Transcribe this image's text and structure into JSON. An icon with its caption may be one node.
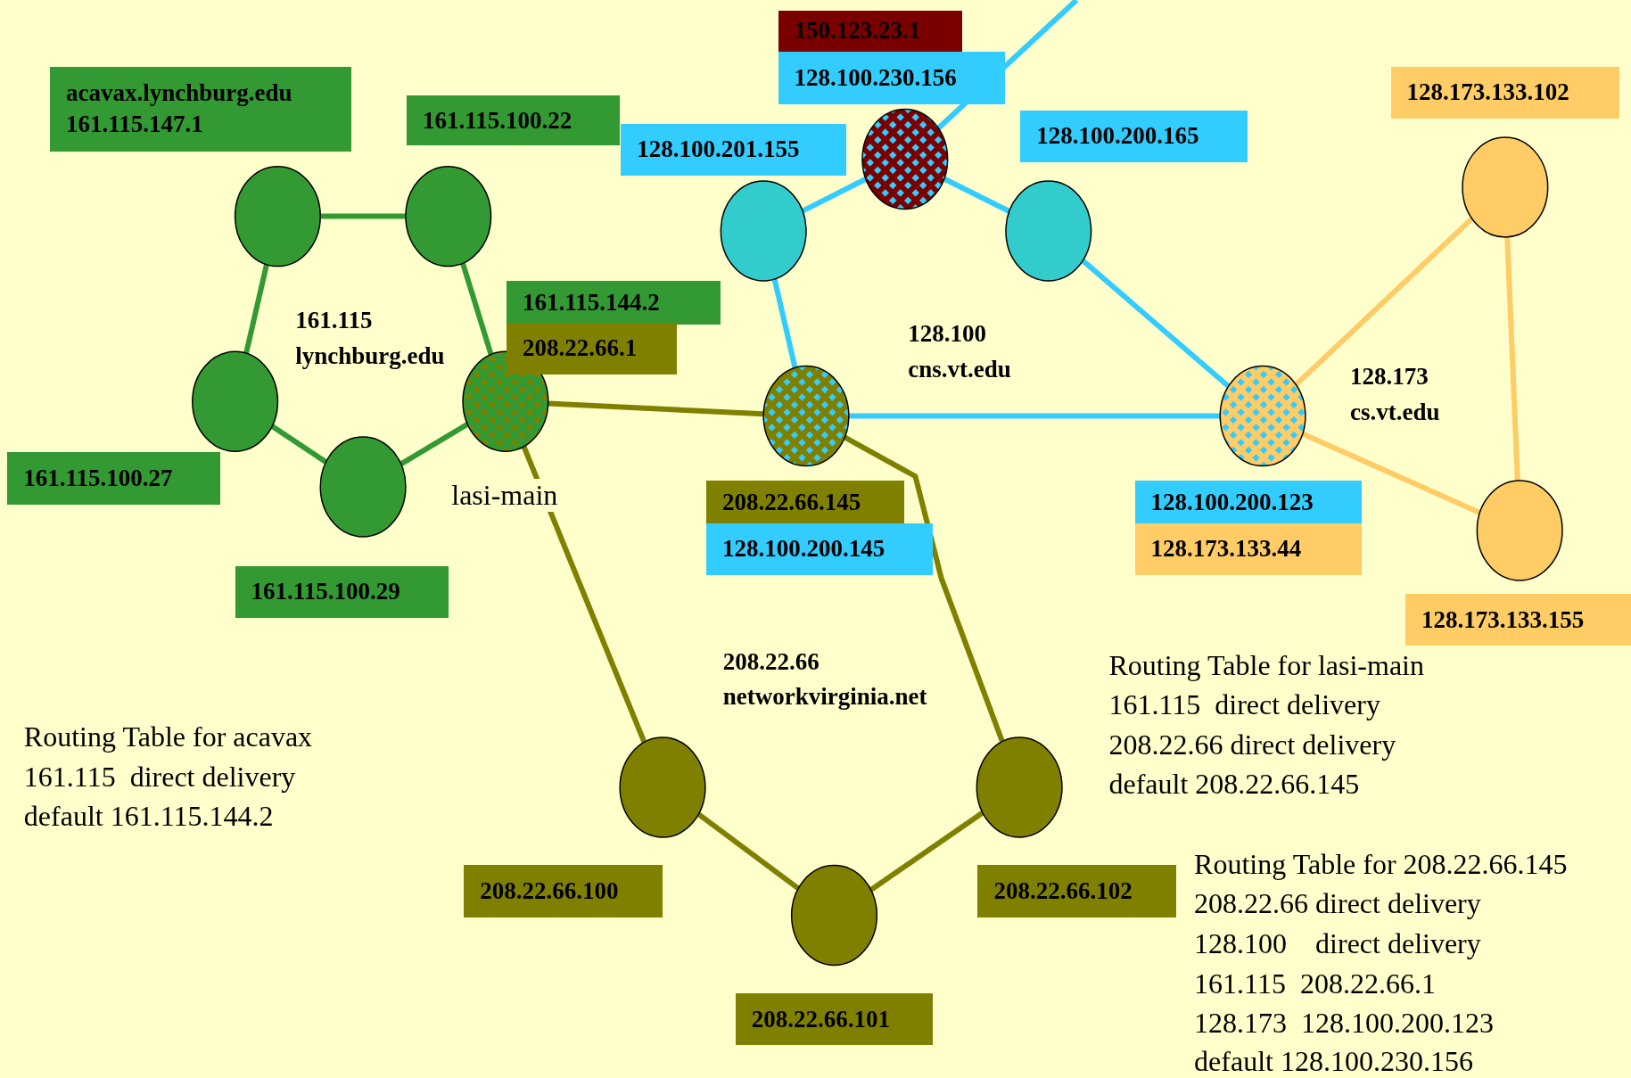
{
  "diagram": {
    "nodes": [
      {
        "text": [],
        "shape": "circle"
      },
      {
        "text": [],
        "shape": "circle"
      },
      {
        "text": [],
        "shape": "circle"
      },
      {
        "text": [],
        "shape": "circle"
      },
      {
        "text": [],
        "shape": "circle"
      },
      {
        "text": [],
        "shape": "circle"
      },
      {
        "text": [],
        "shape": "circle"
      },
      {
        "text": [],
        "shape": "circle"
      },
      {
        "text": [],
        "shape": "circle"
      },
      {
        "text": [],
        "shape": "circle"
      },
      {
        "text": [],
        "shape": "circle"
      },
      {
        "text": [],
        "shape": "circle"
      },
      {
        "text": [],
        "shape": "circle"
      },
      {
        "text": [],
        "shape": "circle"
      },
      {
        "text": [],
        "shape": "circle"
      },
      {
        "text": [
          "150.123.23.1"
        ]
      },
      {
        "text": [
          "128.100.230.156"
        ]
      },
      {
        "text": [
          "acavax.lynchburg.edu",
          "161.115.147.1"
        ]
      },
      {
        "text": [
          "161.115.100.22"
        ]
      },
      {
        "text": [
          "128.173.133.102"
        ]
      },
      {
        "text": [
          "128.100.201.155"
        ]
      },
      {
        "text": [
          "128.100.200.165"
        ]
      },
      {
        "text": [
          "161.115.144.2"
        ]
      },
      {
        "text": [
          "208.22.66.1"
        ]
      },
      {
        "text": [
          "161.115.100.27"
        ]
      },
      {
        "text": [
          "208.22.66.145"
        ]
      },
      {
        "text": [
          "128.100.200.123"
        ]
      },
      {
        "text": [
          "128.100.200.145"
        ]
      },
      {
        "text": [
          "128.173.133.44"
        ]
      },
      {
        "text": [
          "161.115.100.29"
        ]
      },
      {
        "text": [
          "128.173.133.155"
        ]
      },
      {
        "text": [
          "208.22.66.100"
        ]
      },
      {
        "text": [
          "208.22.66.102"
        ]
      },
      {
        "text": [
          "208.22.66.101"
        ]
      }
    ],
    "edges": [
      {
        "from": 0,
        "to": 1,
        "arrow": "none",
        "color": "#339933"
      },
      {
        "from": 1,
        "to": 4,
        "arrow": "none",
        "color": "#339933"
      },
      {
        "from": 0,
        "to": 2,
        "arrow": "none",
        "color": "#339933"
      },
      {
        "from": 2,
        "to": 3,
        "arrow": "none",
        "color": "#339933"
      },
      {
        "from": 3,
        "to": 4,
        "arrow": "none",
        "color": "#339933"
      },
      {
        "from": 4,
        "to": 8,
        "arrow": "none",
        "color": "#808000"
      },
      {
        "from": 5,
        "to": 8,
        "arrow": "none"
      },
      {
        "from": 5,
        "to": 6,
        "arrow": "none"
      },
      {
        "from": 6,
        "to": 7,
        "arrow": "none"
      },
      {
        "from": 7,
        "to": 9,
        "arrow": "none"
      },
      {
        "from": 8,
        "to": 9,
        "arrow": "none"
      },
      {
        "from": 9,
        "to": 10,
        "arrow": "none",
        "color": "#ffcc66"
      },
      {
        "from": 10,
        "to": 11,
        "arrow": "none",
        "color": "#ffcc66"
      },
      {
        "from": 9,
        "to": 11,
        "arrow": "none",
        "color": "#ffcc66"
      },
      {
        "from": 4,
        "to": 12,
        "arrow": "none",
        "color": "#808000"
      },
      {
        "from": 8,
        "to": 13,
        "arrow": "none",
        "color": "#808000"
      },
      {
        "from": 12,
        "to": 14,
        "arrow": "none",
        "color": "#808000"
      },
      {
        "from": 14,
        "to": 13,
        "arrow": "none",
        "color": "#808000"
      },
      {
        "from": 6,
        "to": null,
        "arrow": "none"
      }
    ],
    "labels": [
      "161.115",
      "lynchburg.edu",
      "128.100",
      "cns.vt.edu",
      "128.173",
      "cs.vt.edu",
      "lasi-main",
      "Routing Table for lasi-main",
      "161.115  direct delivery",
      "208.22.66 direct delivery",
      "default 208.22.66.145",
      "208.22.66",
      "networkvirginia.net",
      "Routing Table for acavax",
      "161.115  direct delivery",
      "default 161.115.144.2",
      "Routing Table for 208.22.66.145",
      "208.22.66 direct delivery",
      "128.100    direct delivery",
      "161.115  208.22.66.1",
      "128.173  128.100.200.123",
      "default 128.100.230.156"
    ]
  }
}
